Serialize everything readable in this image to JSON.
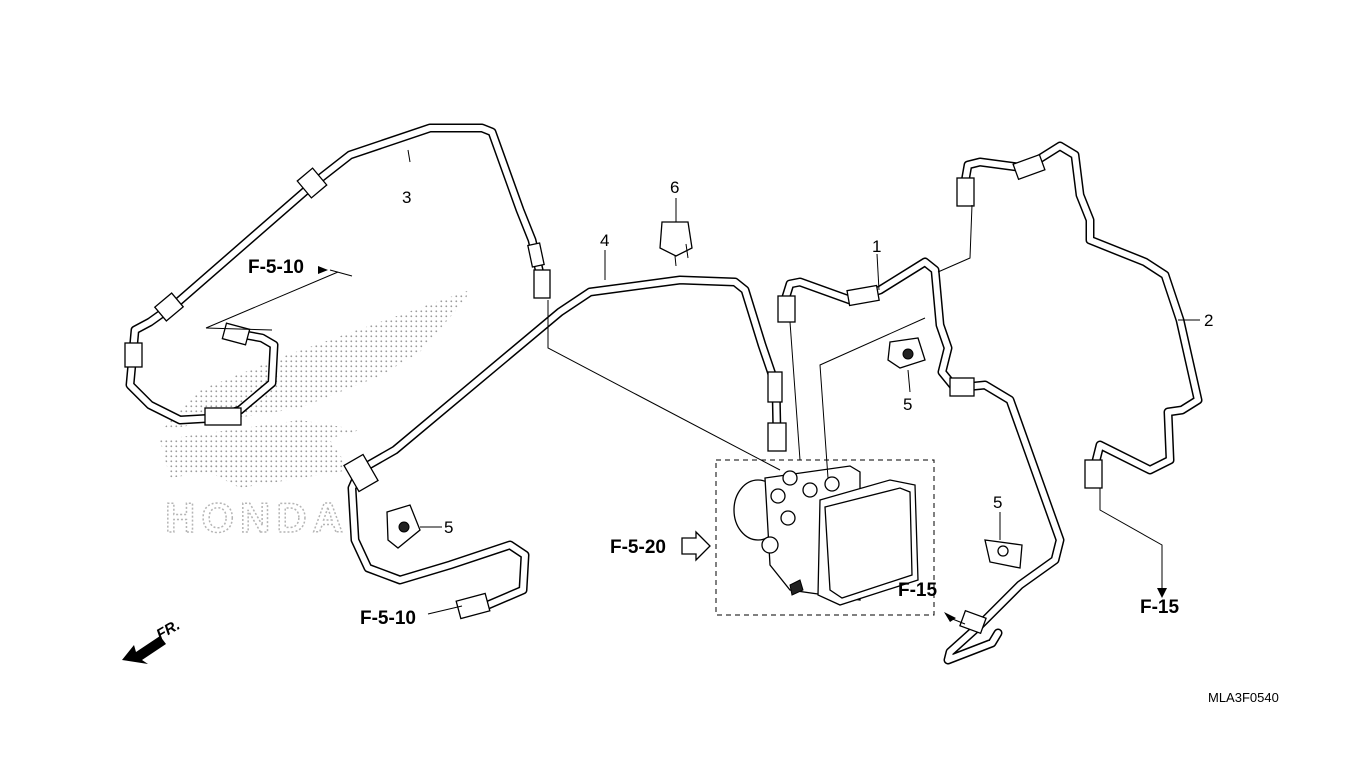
{
  "watermark": {
    "text": "HONDA",
    "color": "#c8c8c8"
  },
  "callouts": {
    "part1": "1",
    "part2": "2",
    "part3": "3",
    "part4": "4",
    "part5a": "5",
    "part5b": "5",
    "part5c": "5",
    "part6": "6"
  },
  "refs": {
    "f510_top": "F-5-10",
    "f510_bottom": "F-5-10",
    "f520": "F-5-20",
    "f15_center": "F-15",
    "f15_right": "F-15"
  },
  "front_marker": "FR.",
  "diagram_code": "MLA3F0540",
  "colors": {
    "line": "#000000",
    "background": "#ffffff"
  }
}
